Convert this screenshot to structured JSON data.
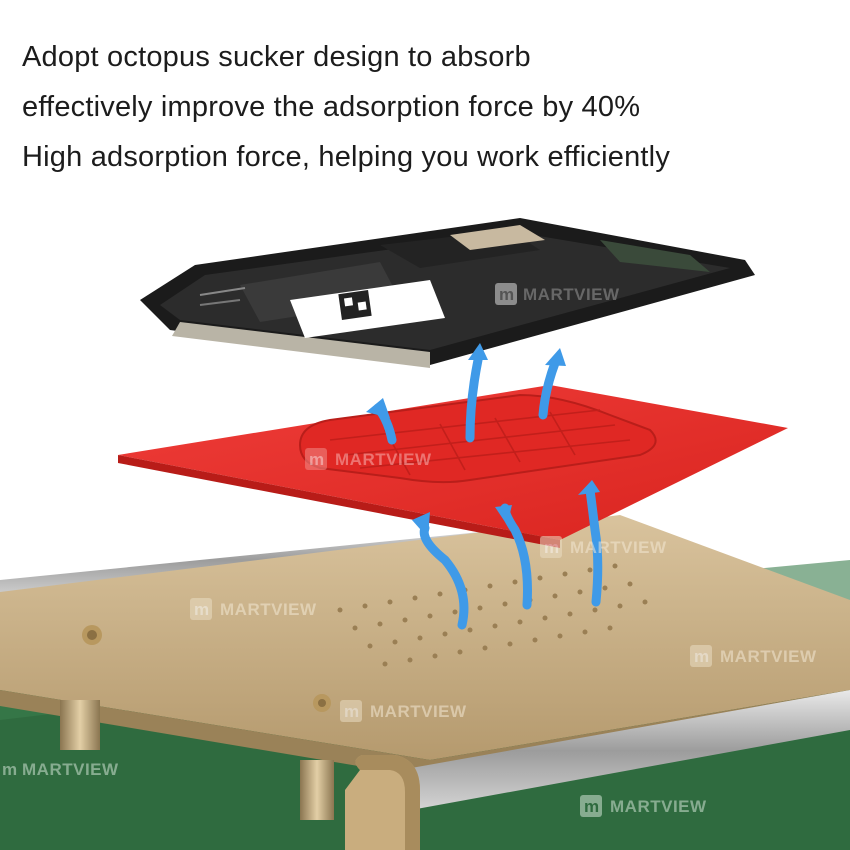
{
  "headline": {
    "lines": [
      "Adopt octopus sucker design to absorb",
      "effectively improve the adsorption force by 40%",
      "High adsorption force, helping you work efficiently"
    ]
  },
  "watermark": {
    "brand": "MARTVIEW",
    "logo_letter": "m"
  },
  "colors": {
    "mat_red": "#e8302e",
    "plate_gold": "#c9b18a",
    "arrow_blue": "#3f9ae8",
    "green_base": "#2f6b3f"
  }
}
